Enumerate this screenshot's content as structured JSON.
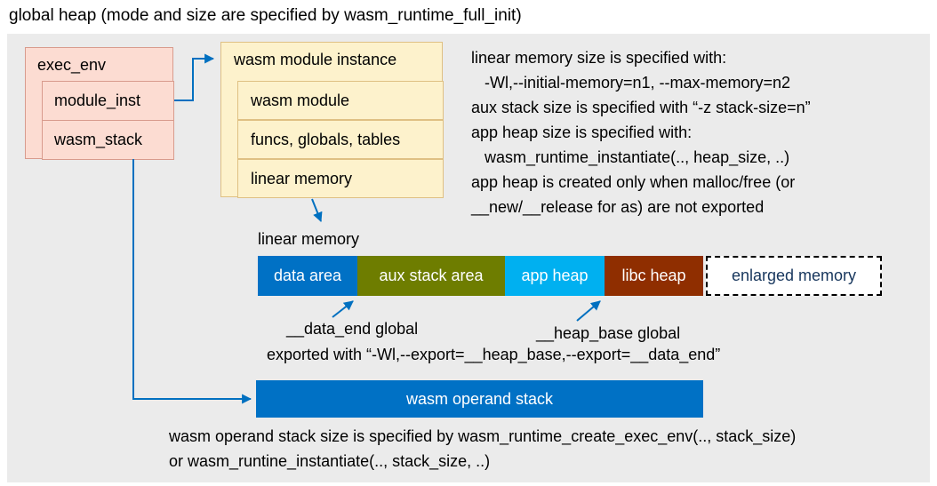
{
  "title": "global heap (mode and size are specified by wasm_runtime_full_init)",
  "exec_env": {
    "label": "exec_env",
    "children": [
      "module_inst",
      "wasm_stack"
    ]
  },
  "module_instance": {
    "label": "wasm module instance",
    "children": [
      "wasm module",
      "funcs, globals, tables",
      "linear memory"
    ]
  },
  "notes": {
    "lines": [
      "linear memory size is specified with:",
      "   -Wl,--initial-memory=n1, --max-memory=n2",
      "aux stack size is specified with “-z stack-size=n”",
      "app heap size is specified with:",
      "   wasm_runtime_instantiate(.., heap_size, ..)",
      "app heap is created only when malloc/free (or",
      "__new/__release for as) are not exported"
    ]
  },
  "linear_memory": {
    "label": "linear memory",
    "segments": [
      {
        "label": "data area",
        "color": "#0071c5",
        "text_color": "#ffffff"
      },
      {
        "label": "aux stack area",
        "color": "#6e7d00",
        "text_color": "#ffffff"
      },
      {
        "label": "app heap",
        "color": "#00b0f0",
        "text_color": "#ffffff"
      },
      {
        "label": "libc heap",
        "color": "#8f2e00",
        "text_color": "#ffffff"
      },
      {
        "label": "enlarged memory",
        "color": "#ffffff",
        "text_color": "#17365d"
      }
    ]
  },
  "annotations": {
    "data_end": "__data_end global",
    "heap_base": "__heap_base global",
    "exported": "exported with “-Wl,--export=__heap_base,--export=__data_end”"
  },
  "operand_stack": {
    "label": "wasm operand stack",
    "note_line1": "wasm operand stack size is specified by wasm_runtime_create_exec_env(.., stack_size)",
    "note_line2": "or wasm_runtine_instantiate(.., stack_size, ..)"
  },
  "colors": {
    "panel_bg": "#ebebeb",
    "pink_fill": "#fcdcd2",
    "pink_border": "#d89b8d",
    "cream_fill": "#fdf2cc",
    "cream_border": "#dfc083",
    "bar_blue": "#0071c5",
    "arrow": "#0070c0",
    "navy_text": "#17365d"
  }
}
